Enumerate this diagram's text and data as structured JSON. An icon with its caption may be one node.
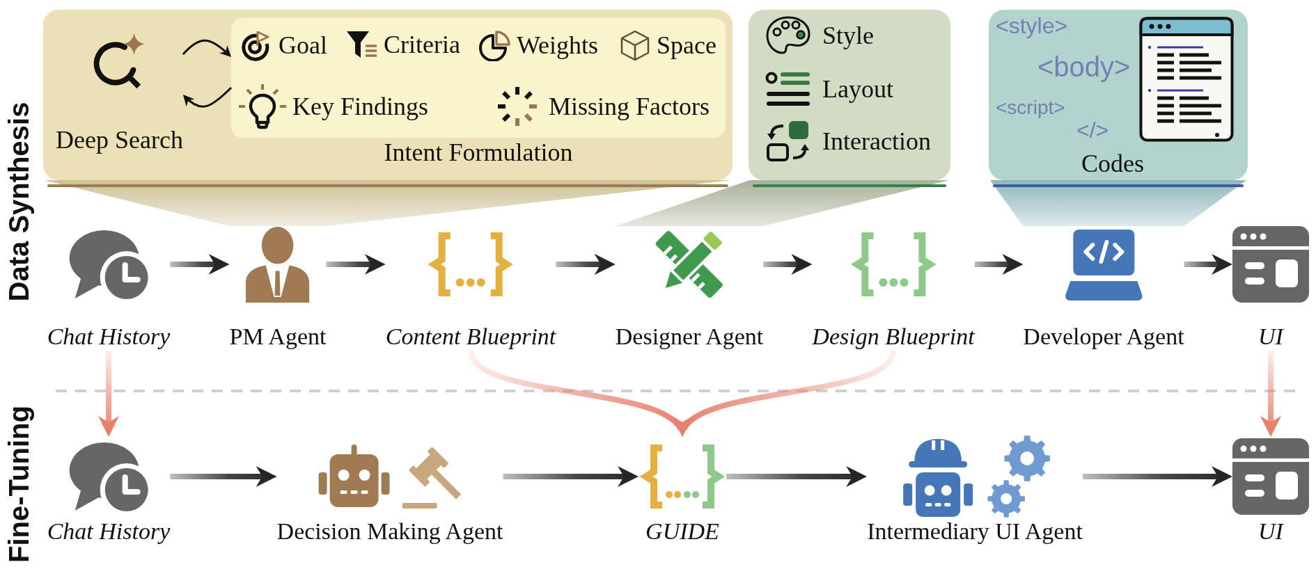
{
  "diagram": {
    "nodes": [
      {
        "text": [],
        "shape": "box"
      },
      {
        "text": [
          "Deep Search"
        ],
        "in": 0
      },
      {
        "text": [
          "Intent Formulation"
        ],
        "in": 0
      },
      {
        "text": [
          "Goal"
        ],
        "in": 2
      },
      {
        "text": [
          "Criteria"
        ],
        "in": 2
      },
      {
        "text": [
          "Weights"
        ],
        "in": 2
      },
      {
        "text": [
          "Space"
        ],
        "in": 2
      },
      {
        "text": [
          "Key Findings"
        ],
        "in": 2
      },
      {
        "text": [
          "Missing Factors"
        ],
        "in": 2
      },
      {
        "text": [],
        "shape": "box"
      },
      {
        "text": [
          "Style"
        ],
        "in": 9
      },
      {
        "text": [
          "Layout"
        ],
        "in": 9
      },
      {
        "text": [
          "Interaction"
        ],
        "in": 9
      },
      {
        "text": [
          "<style>",
          "<body>",
          "<script>",
          "</>",
          "Codes"
        ]
      },
      {
        "text": [
          "Chat History"
        ]
      },
      {
        "text": [
          "PM Agent"
        ]
      },
      {
        "text": [
          "Content Blueprint"
        ]
      },
      {
        "text": [
          "Designer Agent"
        ]
      },
      {
        "text": [
          "Design Blueprint"
        ]
      },
      {
        "text": [
          "Developer Agent"
        ]
      },
      {
        "text": [
          "UI"
        ]
      },
      {
        "text": [
          "Chat History"
        ]
      },
      {
        "text": [
          "Decision Making Agent"
        ]
      },
      {
        "text": [
          "GUIDE"
        ]
      },
      {
        "text": [
          "Intermediary UI Agent"
        ]
      },
      {
        "text": [
          "UI"
        ]
      }
    ],
    "edges": [
      {
        "from": 0,
        "to": 15,
        "arrow": "none",
        "color": "#cdc198"
      },
      {
        "from": 9,
        "to": 17,
        "arrow": "none",
        "color": "#a9b199"
      },
      {
        "from": 13,
        "to": 19,
        "arrow": "none",
        "color": "#8fb8bb"
      },
      {
        "from": 1,
        "to": 2,
        "arrow": "to"
      },
      {
        "from": 2,
        "to": 1,
        "arrow": "to"
      },
      {
        "from": 14,
        "to": 15,
        "arrow": "to"
      },
      {
        "from": 15,
        "to": 16,
        "arrow": "to"
      },
      {
        "from": 16,
        "to": 17,
        "arrow": "to"
      },
      {
        "from": 17,
        "to": 18,
        "arrow": "to"
      },
      {
        "from": 18,
        "to": 19,
        "arrow": "to"
      },
      {
        "from": 19,
        "to": 20,
        "arrow": "to"
      },
      {
        "from": 14,
        "to": 21,
        "arrow": "to",
        "color": "#e8806e"
      },
      {
        "from": 16,
        "to": 23,
        "arrow": "to",
        "color": "#e8806e"
      },
      {
        "from": 18,
        "to": 23,
        "arrow": "to",
        "color": "#e8806e"
      },
      {
        "from": 20,
        "to": 25,
        "arrow": "to",
        "color": "#e8806e"
      },
      {
        "from": 21,
        "to": 22,
        "arrow": "to"
      },
      {
        "from": 22,
        "to": 23,
        "arrow": "to"
      },
      {
        "from": 23,
        "to": 24,
        "arrow": "to"
      },
      {
        "from": 24,
        "to": 25,
        "arrow": "to"
      }
    ],
    "labels": [
      "Data Synthesis",
      "Fine-Tuning"
    ]
  }
}
